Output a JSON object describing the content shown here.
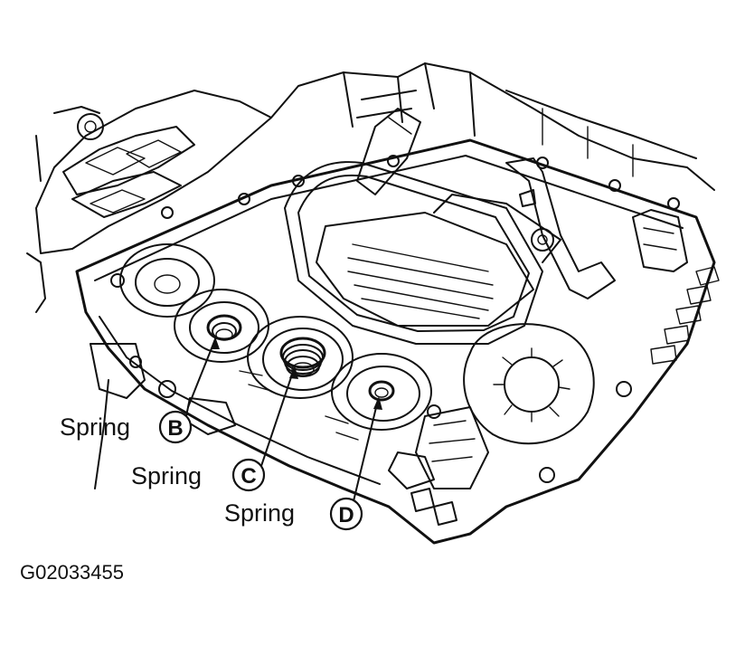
{
  "callouts": [
    {
      "text": "Spring",
      "letter": "B"
    },
    {
      "text": "Spring",
      "letter": "C"
    },
    {
      "text": "Spring",
      "letter": "D"
    }
  ],
  "figure_code": "G02033455"
}
